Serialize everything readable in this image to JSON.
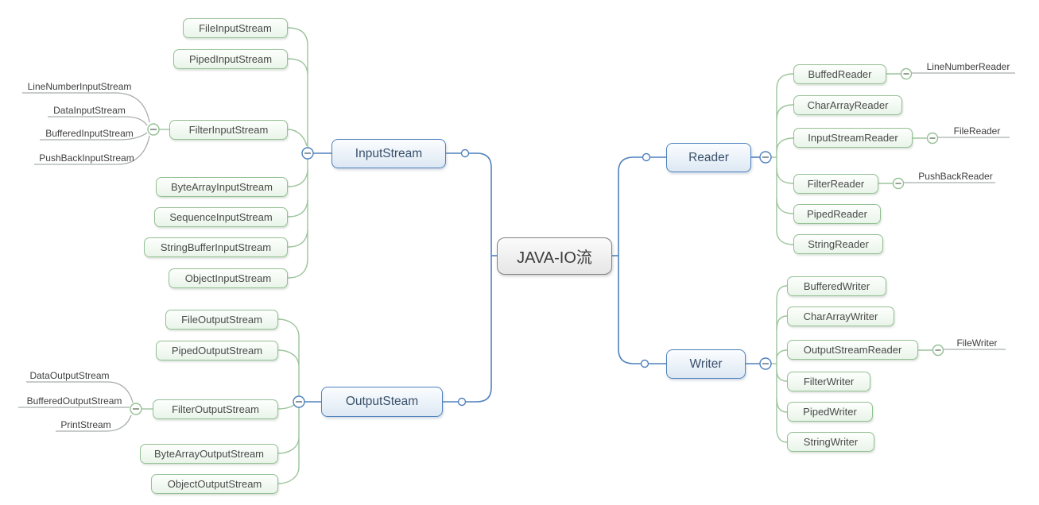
{
  "colors": {
    "branch_blue": "#4f81bd",
    "branch_green": "#9cc49c",
    "leaf_line_gray": "#a9adad",
    "green_box_border": "#94c094",
    "center_border": "#838383"
  },
  "map": {
    "center": {
      "label": "JAVA-IO流"
    },
    "branches": {
      "input": {
        "label": "InputStream",
        "children": [
          {
            "label": "FileInputStream"
          },
          {
            "label": "PipedInputStream"
          },
          {
            "label": "FilterInputStream",
            "children": [
              "LineNumberInputStream",
              "DataInputStream",
              "BufferedInputStream",
              "PushBackInputStream"
            ]
          },
          {
            "label": "ByteArrayInputStream"
          },
          {
            "label": "SequenceInputStream"
          },
          {
            "label": "StringBufferInputStream"
          },
          {
            "label": "ObjectInputStream"
          }
        ]
      },
      "output": {
        "label": "OutputSteam",
        "children": [
          {
            "label": "FileOutputStream"
          },
          {
            "label": "PipedOutputStream"
          },
          {
            "label": "FilterOutputStream",
            "children": [
              "DataOutputStream",
              "BufferedOutputStream",
              "PrintStream"
            ]
          },
          {
            "label": "ByteArrayOutputStream"
          },
          {
            "label": "ObjectOutputStream"
          }
        ]
      },
      "reader": {
        "label": "Reader",
        "children": [
          {
            "label": "BuffedReader",
            "children": [
              "LineNumberReader"
            ]
          },
          {
            "label": "CharArrayReader"
          },
          {
            "label": "InputStreamReader",
            "children": [
              "FileReader"
            ]
          },
          {
            "label": "FilterReader",
            "children": [
              "PushBackReader"
            ]
          },
          {
            "label": "PipedReader"
          },
          {
            "label": "StringReader"
          }
        ]
      },
      "writer": {
        "label": "Writer",
        "children": [
          {
            "label": "BufferedWriter"
          },
          {
            "label": "CharArrayWriter"
          },
          {
            "label": "OutputStreamReader",
            "children": [
              "FileWriter"
            ]
          },
          {
            "label": "FilterWriter"
          },
          {
            "label": "PipedWriter"
          },
          {
            "label": "StringWriter"
          }
        ]
      }
    }
  }
}
